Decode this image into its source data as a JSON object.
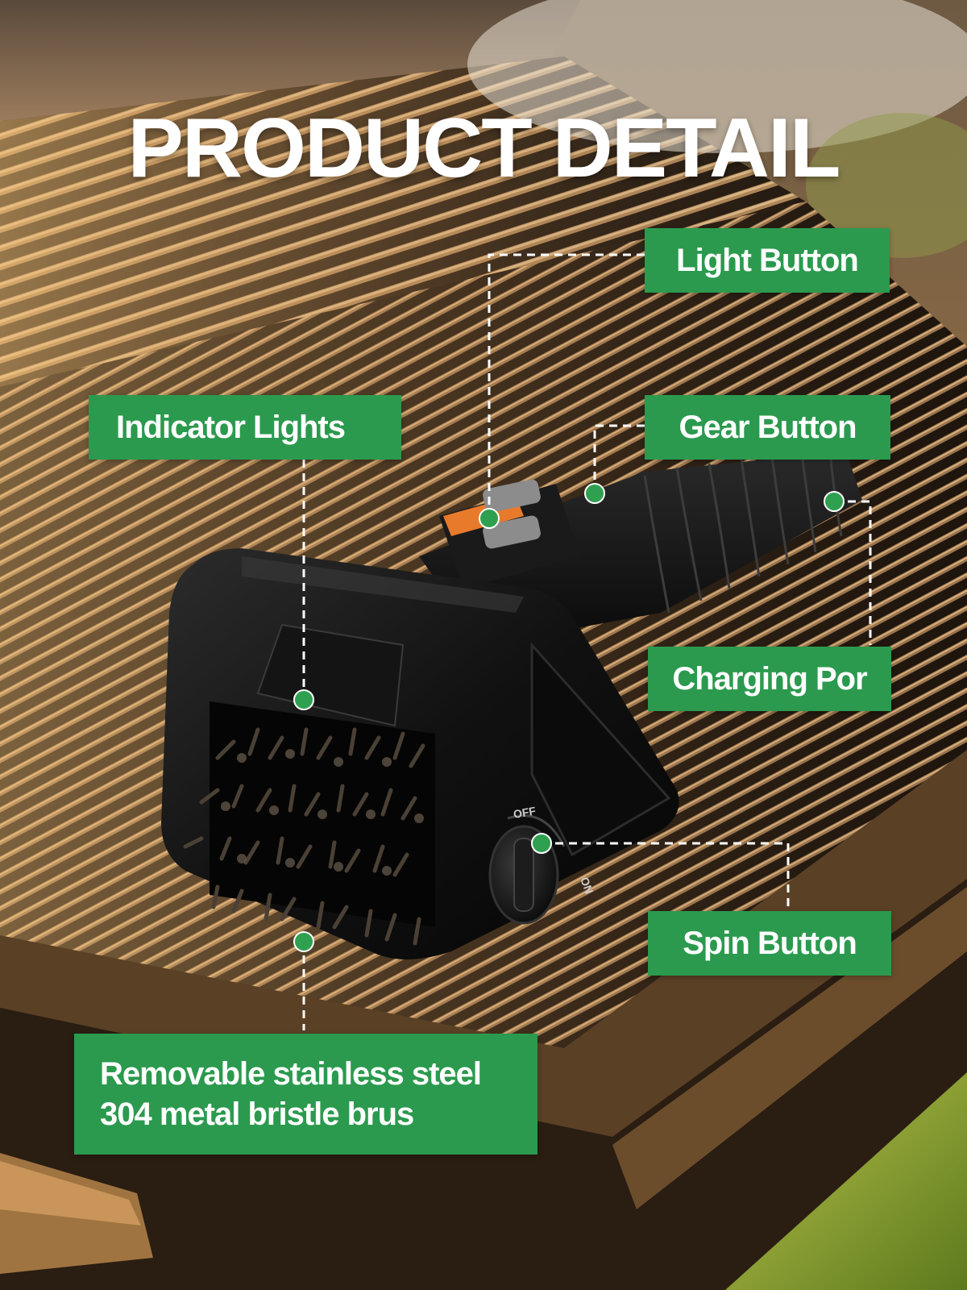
{
  "headline": "PRODUCT DETAIL",
  "callouts": {
    "light_button": "Light Button",
    "indicator_lights": "Indicator Lights",
    "gear_button": "Gear Button",
    "charging_port": "Charging Por",
    "spin_button": "Spin Button",
    "bristle_line1": "Removable stainless steel",
    "bristle_line2": "304 metal bristle brus"
  },
  "device_labels": {
    "off": "OFF",
    "on": "ON"
  },
  "colors": {
    "callout_green": "#2b9a4e",
    "marker_green": "#2ea04f",
    "leader_line": "#ffffff",
    "headline_text": "#ffffff",
    "accent_orange": "#e87a2c"
  }
}
